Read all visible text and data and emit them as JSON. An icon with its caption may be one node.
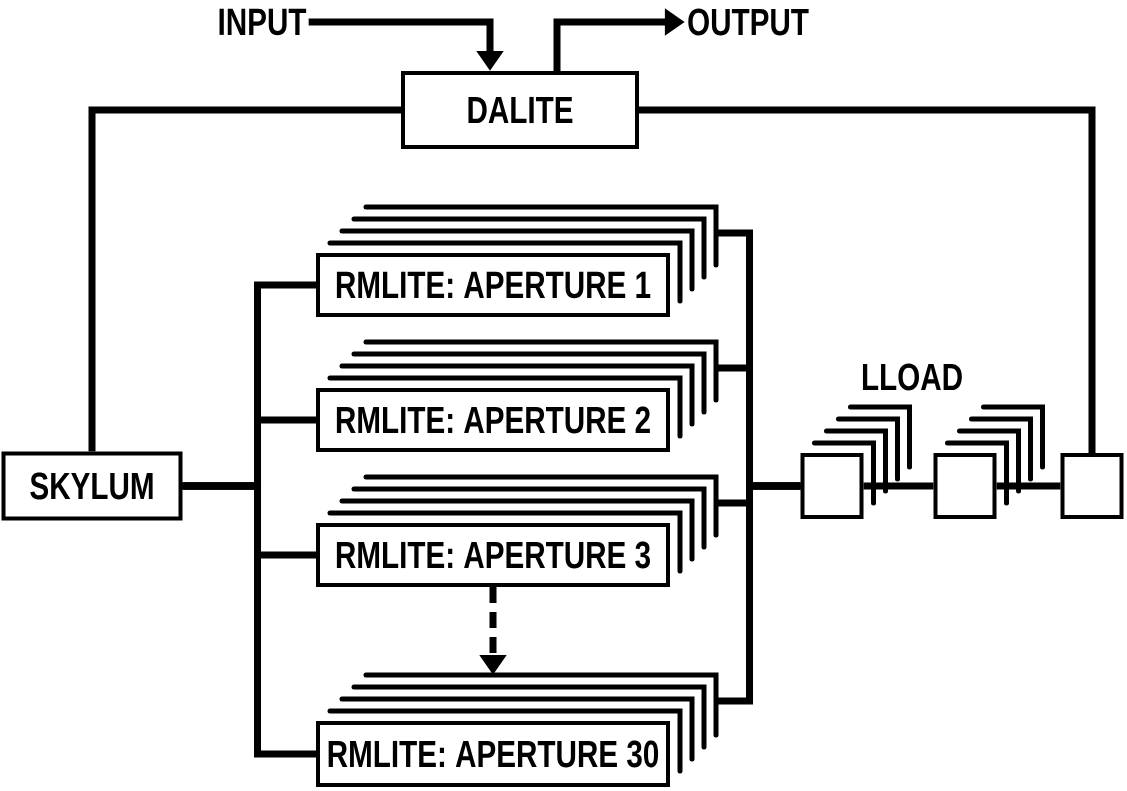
{
  "diagram": {
    "nodes": [
      {
        "text": [
          "INPUT"
        ]
      },
      {
        "text": [
          "OUTPUT"
        ]
      },
      {
        "text": [
          "DALITE"
        ]
      },
      {
        "text": [
          "SKYLUM"
        ]
      },
      {
        "text": [
          "RMLITE: APERTURE 1"
        ]
      },
      {
        "text": [
          "RMLITE: APERTURE 2"
        ]
      },
      {
        "text": [
          "RMLITE: APERTURE 3"
        ]
      },
      {
        "text": [
          "RMLITE: APERTURE 30"
        ]
      },
      {
        "text": [],
        "shape": "box"
      },
      {
        "text": [],
        "shape": "box"
      },
      {
        "text": [],
        "shape": "box"
      }
    ],
    "edges": [
      {
        "from": 0,
        "to": 2,
        "arrow": "to"
      },
      {
        "from": 2,
        "to": 1,
        "arrow": "to"
      },
      {
        "from": 3,
        "to": 2,
        "arrow": "none"
      },
      {
        "from": 2,
        "to": 10,
        "arrow": "none"
      },
      {
        "from": 3,
        "to": 4,
        "arrow": "none"
      },
      {
        "from": 3,
        "to": 5,
        "arrow": "none"
      },
      {
        "from": 3,
        "to": 6,
        "arrow": "none"
      },
      {
        "from": 3,
        "to": 7,
        "arrow": "none"
      },
      {
        "from": 4,
        "to": 8,
        "arrow": "none"
      },
      {
        "from": 5,
        "to": 8,
        "arrow": "none"
      },
      {
        "from": 6,
        "to": 8,
        "arrow": "none"
      },
      {
        "from": 7,
        "to": 8,
        "arrow": "none"
      },
      {
        "from": 6,
        "to": 7,
        "arrow": "to",
        "style": "dashed"
      },
      {
        "from": 8,
        "to": 9,
        "arrow": "none"
      },
      {
        "from": 9,
        "to": 10,
        "arrow": "none"
      }
    ],
    "labels": [
      "LLOAD"
    ]
  }
}
